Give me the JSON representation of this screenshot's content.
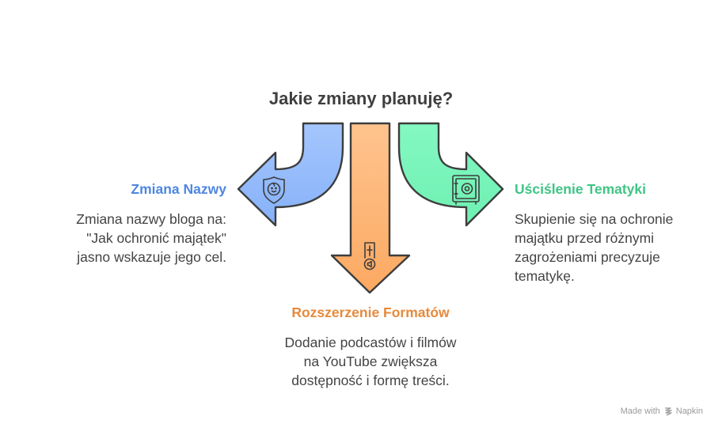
{
  "title": "Jakie zmiany planuję?",
  "branches": [
    {
      "heading": "Zmiana Nazwy",
      "lines": [
        "Zmiana nazwy bloga na:",
        "\"Jak ochronić majątek\"",
        "jasno wskazuje jego cel."
      ],
      "icon": "shield-face-icon",
      "color": "#4f86e0",
      "fill": "#9ec1fb",
      "direction": "left"
    },
    {
      "heading": "Rozszerzenie Formatów",
      "lines": [
        "Dodanie podcastów i filmów",
        "na YouTube zwiększa",
        "dostępność i formę treści."
      ],
      "icon": "media-player-icon",
      "color": "#e68a3c",
      "fill": "#fdb97a",
      "direction": "down"
    },
    {
      "heading": "Uściślenie Tematyki",
      "lines": [
        "Skupienie się na ochronie",
        "majątku przed różnymi",
        "zagrożeniami precyzuje",
        "tematykę."
      ],
      "icon": "safe-icon",
      "color": "#3fc486",
      "fill": "#7ff5bc",
      "direction": "right"
    }
  ],
  "footer": {
    "text": "Made with",
    "brand": "Napkin",
    "icon": "napkin-logo-icon"
  }
}
